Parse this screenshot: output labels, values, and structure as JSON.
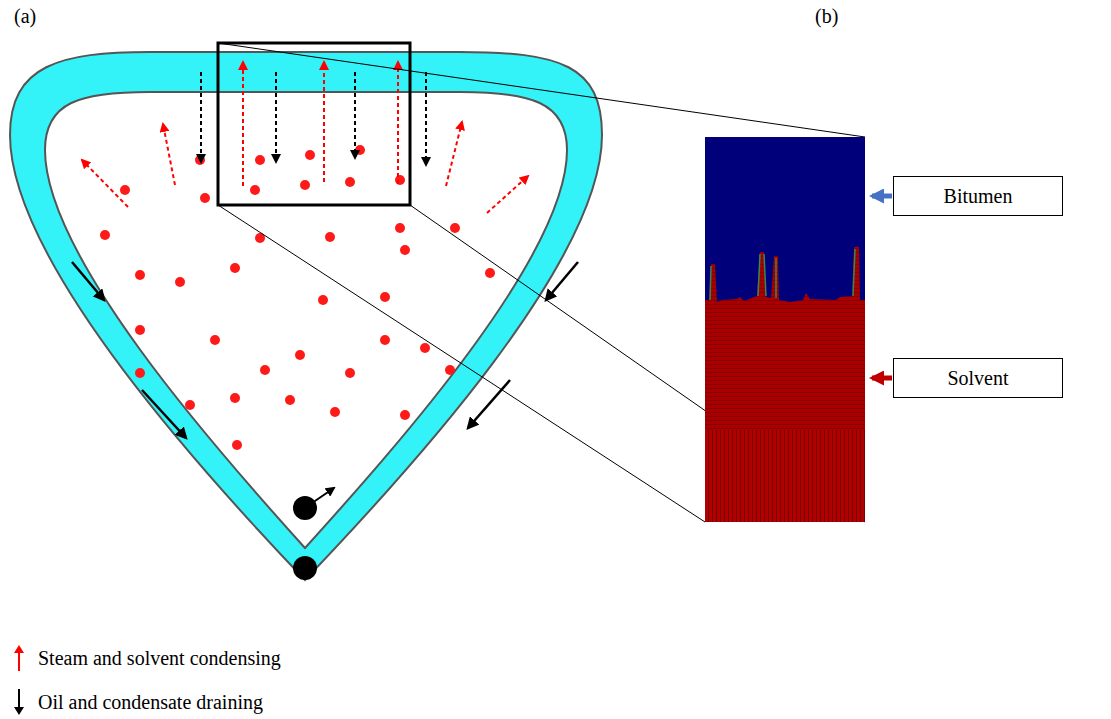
{
  "diagram": {
    "nodes": [
      {
        "text": [
          "Bitumen"
        ]
      },
      {
        "text": [
          "Solvent"
        ]
      }
    ],
    "labels": [
      "(a)",
      "(b)"
    ],
    "legend": [
      {
        "text": "Steam and solvent condensing"
      },
      {
        "text": "Oil and condensate draining"
      }
    ]
  }
}
